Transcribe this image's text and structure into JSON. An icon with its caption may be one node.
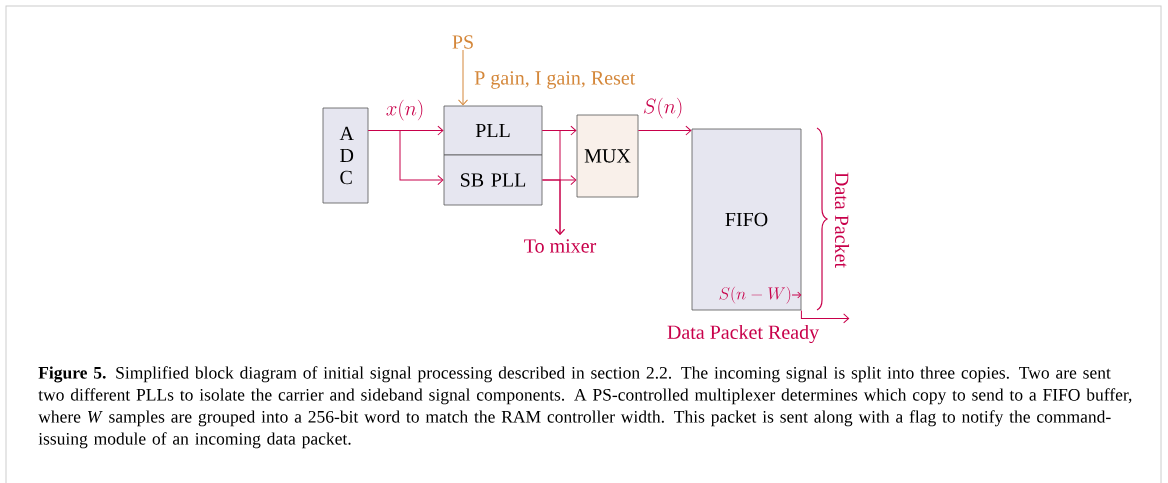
{
  "diagram": {
    "caption": "**Figure 5.** Simplified block diagram of initial signal processing described in section 2.2. The incoming signal is split into three copies. Two are sent two different PLLs to isolate the carrier and sideband signal components. A PS-controlled multiplexer determines which copy to send to a FIFO buffer, where *W* samples are grouped into a 256-bit word to match the RAM controller width. This packet is sent along with a flag to notify the command-issuing module of an incoming data packet.",
    "nodes": [
      {
        "text": [
          "A D C"
        ]
      },
      {
        "text": [
          "PS"
        ]
      },
      {
        "text": [
          "PLL"
        ]
      },
      {
        "text": [
          "SB PLL"
        ]
      },
      {
        "text": [
          "MUX"
        ]
      },
      {
        "text": [
          "To mixer"
        ]
      },
      {
        "text": [
          "FIFO",
          "S(n-W)"
        ]
      }
    ],
    "edges": [
      {
        "from": 0,
        "to": 2,
        "arrow": "to",
        "label": "x(n)"
      },
      {
        "from": 0,
        "to": 3,
        "arrow": "to"
      },
      {
        "from": 2,
        "to": 4,
        "arrow": "to"
      },
      {
        "from": 3,
        "to": 4,
        "arrow": "to"
      },
      {
        "from": 2,
        "to": 5,
        "arrow": "to"
      },
      {
        "from": 3,
        "to": 5,
        "arrow": "to"
      },
      {
        "from": 1,
        "to": 2,
        "arrow": "to",
        "label": "P gain, I gain, Reset",
        "color": "#d4873a"
      },
      {
        "from": 4,
        "to": 6,
        "arrow": "to",
        "label": "S(n)"
      },
      {
        "from": 6,
        "to": null,
        "arrow": "to",
        "label": "Data Packet Ready"
      }
    ],
    "labels": [
      "Data Packet"
    ]
  }
}
